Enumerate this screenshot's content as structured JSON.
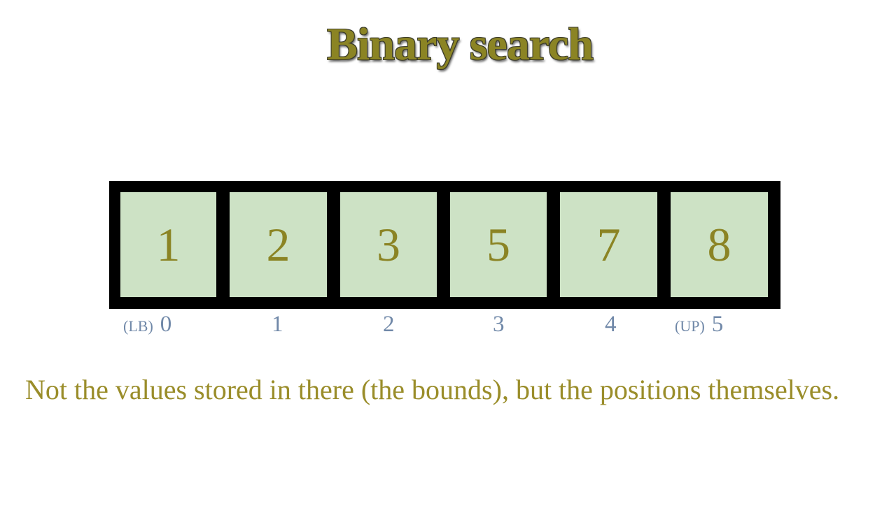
{
  "title": "Binary search",
  "cells": [
    {
      "value": "1",
      "index": "0",
      "tag": "(LB)"
    },
    {
      "value": "2",
      "index": "1",
      "tag": ""
    },
    {
      "value": "3",
      "index": "2",
      "tag": ""
    },
    {
      "value": "5",
      "index": "3",
      "tag": ""
    },
    {
      "value": "7",
      "index": "4",
      "tag": ""
    },
    {
      "value": "8",
      "index": "5",
      "tag": "(UP)"
    }
  ],
  "note": "Not the values stored in there (the bounds), but the positions themselves.",
  "colors": {
    "title": "#8b8424",
    "cell_fill": "#cde2c5",
    "array_border": "#000000",
    "cell_text": "#8b8424",
    "index_text": "#7088a8",
    "note_text": "#9a8d2a"
  }
}
